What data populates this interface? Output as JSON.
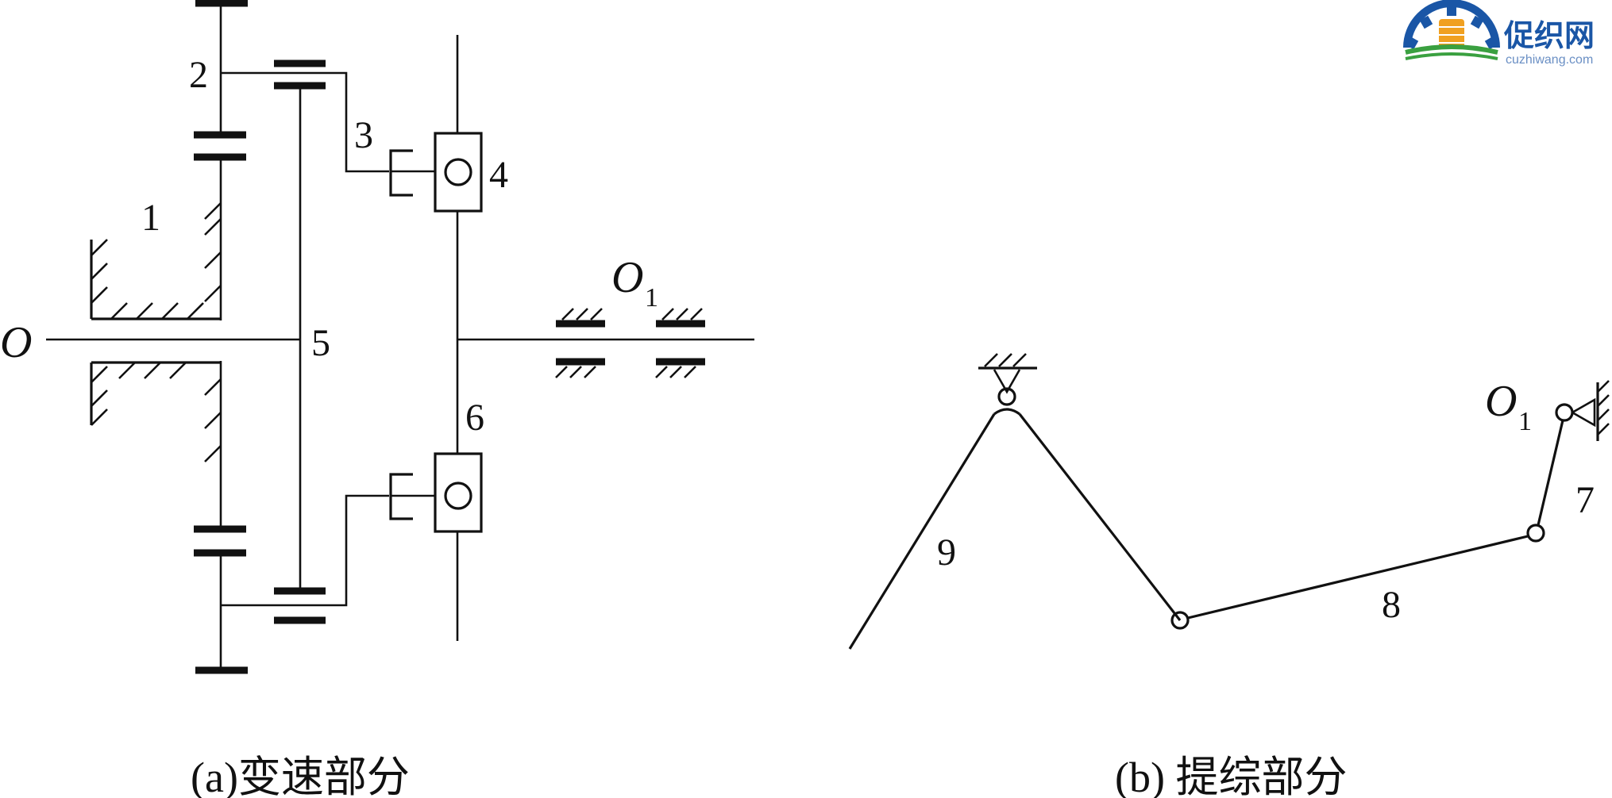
{
  "logo": {
    "name_cn": "促织网",
    "name_en": "cuzhiwang.com",
    "colors": {
      "blue": "#1a56a6",
      "orange": "#f0a020",
      "green": "#3aa040"
    }
  },
  "part_a": {
    "caption": "(a)变速部分",
    "labels": {
      "gear_1": "1",
      "gear_2": "2",
      "gear_3": "3",
      "gear_4": "4",
      "shaft_5": "5",
      "gear_6": "6",
      "axis_o": "O",
      "axis_o1": "O",
      "axis_o1_sub": "1"
    }
  },
  "part_b": {
    "caption": "(b) 提综部分",
    "labels": {
      "link_7": "7",
      "link_8": "8",
      "link_9": "9",
      "pivot_o1": "O",
      "pivot_o1_sub": "1"
    }
  }
}
